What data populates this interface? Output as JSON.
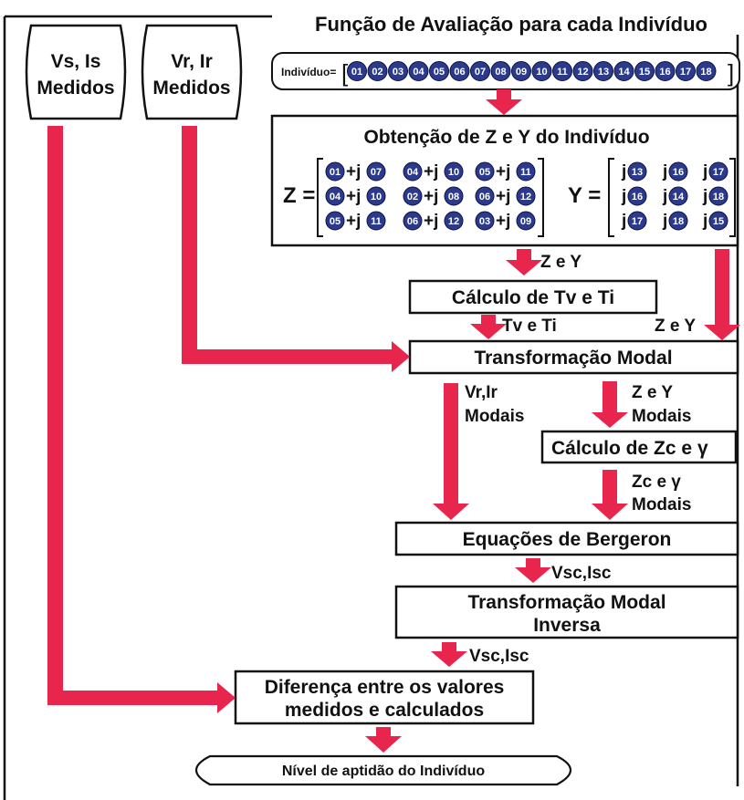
{
  "colors": {
    "arrow": "#e8264d",
    "gene": "#2b3a8c",
    "stroke": "#111111",
    "background": "#ffffff"
  },
  "title": "Função de Avaliação para cada Indivíduo",
  "measured": {
    "vs_is": [
      "Vs, Is",
      "Medidos"
    ],
    "vr_ir": [
      "Vr, Ir",
      "Medidos"
    ]
  },
  "individual": {
    "label": "Indivíduo=",
    "genes": [
      "01",
      "02",
      "03",
      "04",
      "05",
      "06",
      "07",
      "08",
      "09",
      "10",
      "11",
      "12",
      "13",
      "14",
      "15",
      "16",
      "17",
      "18"
    ]
  },
  "zy_box": {
    "title": "Obtenção de Z e Y do Indivíduo",
    "z_label": "Z =",
    "y_label": "Y =",
    "z_matrix": [
      [
        [
          "01",
          "07"
        ],
        [
          "04",
          "10"
        ],
        [
          "05",
          "11"
        ]
      ],
      [
        [
          "04",
          "10"
        ],
        [
          "02",
          "08"
        ],
        [
          "06",
          "12"
        ]
      ],
      [
        [
          "05",
          "11"
        ],
        [
          "06",
          "12"
        ],
        [
          "03",
          "09"
        ]
      ]
    ],
    "y_matrix": [
      [
        "13",
        "16",
        "17"
      ],
      [
        "16",
        "14",
        "18"
      ],
      [
        "17",
        "18",
        "15"
      ]
    ],
    "plus_j": "+j",
    "j": "j"
  },
  "boxes": {
    "tv_ti": "Cálculo de Tv e Ti",
    "modal": "Transformação Modal",
    "zc": "Cálculo de Zc e",
    "zc_symbol": "γ",
    "bergeron": "Equações de Bergeron",
    "inverse": [
      "Transformação Modal",
      "Inversa"
    ],
    "difference": [
      "Diferença entre os valores",
      "medidos e calculados"
    ],
    "fitness": "Nível de aptidão do Indivíduo"
  },
  "labels": {
    "ze_y_1": "Z e Y",
    "tv_ti": "Tv e Ti",
    "ze_y_2": "Z e Y",
    "vr_ir_modais": [
      "Vr,Ir",
      "Modais"
    ],
    "ze_y_modais": [
      "Z e Y",
      "Modais"
    ],
    "zc_modais": [
      "Zc e γ",
      "Modais"
    ],
    "vsc_isc_1": "Vsc,Isc",
    "vsc_isc_2": "Vsc,Isc"
  }
}
